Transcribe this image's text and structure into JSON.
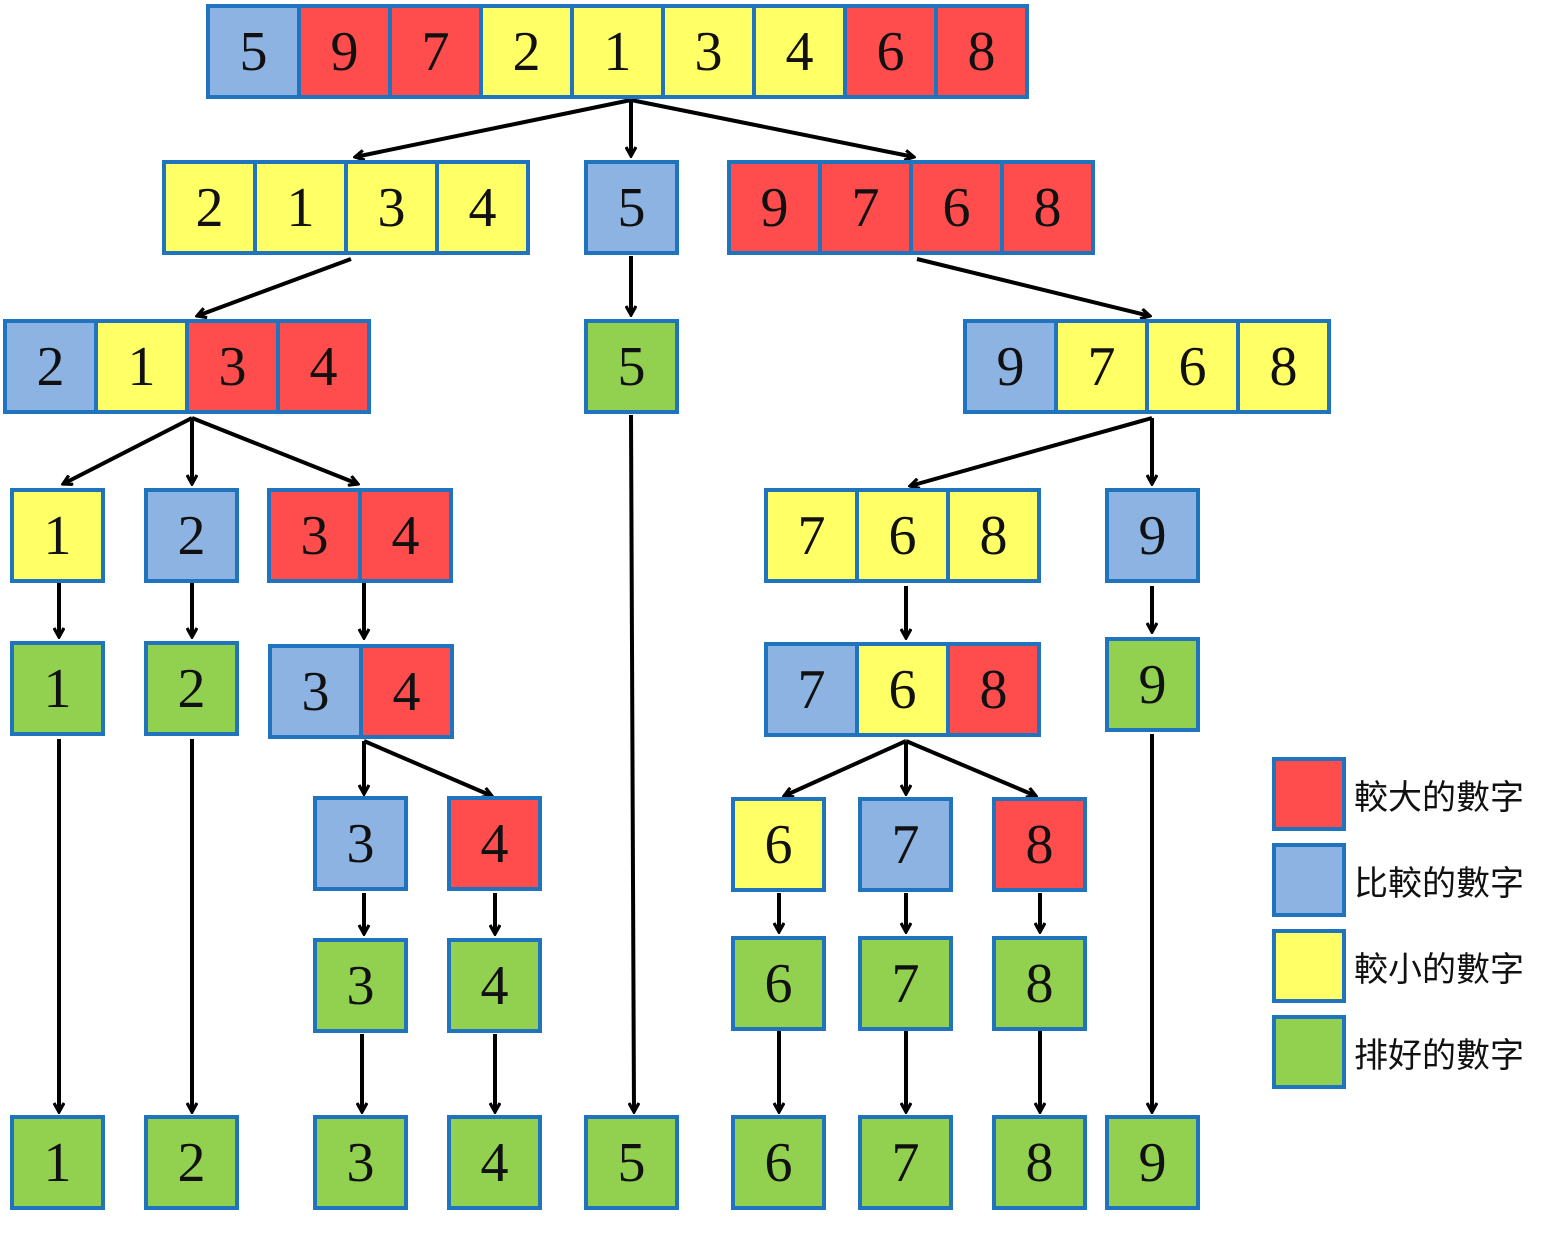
{
  "colors": {
    "larger": "#ff4d4d",
    "pivot": "#8db3e2",
    "smaller": "#ffff66",
    "sorted": "#92d050",
    "border": "#1f74bd",
    "arrow": "#000000"
  },
  "diagram": {
    "title": "",
    "rows": [
      {
        "id": "r0",
        "cells": [
          [
            "5",
            "pivot"
          ],
          [
            "9",
            "larger"
          ],
          [
            "7",
            "larger"
          ],
          [
            "2",
            "smaller"
          ],
          [
            "1",
            "smaller"
          ],
          [
            "3",
            "smaller"
          ],
          [
            "4",
            "smaller"
          ],
          [
            "6",
            "larger"
          ],
          [
            "8",
            "larger"
          ]
        ]
      },
      {
        "id": "r1a",
        "cells": [
          [
            "2",
            "smaller"
          ],
          [
            "1",
            "smaller"
          ],
          [
            "3",
            "smaller"
          ],
          [
            "4",
            "smaller"
          ]
        ]
      },
      {
        "id": "r1b",
        "cells": [
          [
            "5",
            "pivot"
          ]
        ]
      },
      {
        "id": "r1c",
        "cells": [
          [
            "9",
            "larger"
          ],
          [
            "7",
            "larger"
          ],
          [
            "6",
            "larger"
          ],
          [
            "8",
            "larger"
          ]
        ]
      },
      {
        "id": "r2a",
        "cells": [
          [
            "2",
            "pivot"
          ],
          [
            "1",
            "smaller"
          ],
          [
            "3",
            "larger"
          ],
          [
            "4",
            "larger"
          ]
        ]
      },
      {
        "id": "r2b",
        "cells": [
          [
            "5",
            "sorted"
          ]
        ]
      },
      {
        "id": "r2c",
        "cells": [
          [
            "9",
            "pivot"
          ],
          [
            "7",
            "smaller"
          ],
          [
            "6",
            "smaller"
          ],
          [
            "8",
            "smaller"
          ]
        ]
      },
      {
        "id": "r3a",
        "cells": [
          [
            "1",
            "smaller"
          ]
        ]
      },
      {
        "id": "r3b",
        "cells": [
          [
            "2",
            "pivot"
          ]
        ]
      },
      {
        "id": "r3c",
        "cells": [
          [
            "3",
            "larger"
          ],
          [
            "4",
            "larger"
          ]
        ]
      },
      {
        "id": "r3d",
        "cells": [
          [
            "7",
            "smaller"
          ],
          [
            "6",
            "smaller"
          ],
          [
            "8",
            "smaller"
          ]
        ]
      },
      {
        "id": "r3e",
        "cells": [
          [
            "9",
            "pivot"
          ]
        ]
      },
      {
        "id": "r4a",
        "cells": [
          [
            "1",
            "sorted"
          ]
        ]
      },
      {
        "id": "r4b",
        "cells": [
          [
            "2",
            "sorted"
          ]
        ]
      },
      {
        "id": "r4c",
        "cells": [
          [
            "3",
            "pivot"
          ],
          [
            "4",
            "larger"
          ]
        ]
      },
      {
        "id": "r4d",
        "cells": [
          [
            "7",
            "pivot"
          ],
          [
            "6",
            "smaller"
          ],
          [
            "8",
            "larger"
          ]
        ]
      },
      {
        "id": "r4e",
        "cells": [
          [
            "9",
            "sorted"
          ]
        ]
      },
      {
        "id": "r5a",
        "cells": [
          [
            "3",
            "pivot"
          ]
        ]
      },
      {
        "id": "r5b",
        "cells": [
          [
            "4",
            "larger"
          ]
        ]
      },
      {
        "id": "r5c",
        "cells": [
          [
            "6",
            "smaller"
          ]
        ]
      },
      {
        "id": "r5d",
        "cells": [
          [
            "7",
            "pivot"
          ]
        ]
      },
      {
        "id": "r5e",
        "cells": [
          [
            "8",
            "larger"
          ]
        ]
      },
      {
        "id": "r6a",
        "cells": [
          [
            "3",
            "sorted"
          ]
        ]
      },
      {
        "id": "r6b",
        "cells": [
          [
            "4",
            "sorted"
          ]
        ]
      },
      {
        "id": "r6c",
        "cells": [
          [
            "6",
            "sorted"
          ]
        ]
      },
      {
        "id": "r6d",
        "cells": [
          [
            "7",
            "sorted"
          ]
        ]
      },
      {
        "id": "r6e",
        "cells": [
          [
            "8",
            "sorted"
          ]
        ]
      },
      {
        "id": "f1",
        "cells": [
          [
            "1",
            "sorted"
          ]
        ]
      },
      {
        "id": "f2",
        "cells": [
          [
            "2",
            "sorted"
          ]
        ]
      },
      {
        "id": "f3",
        "cells": [
          [
            "3",
            "sorted"
          ]
        ]
      },
      {
        "id": "f4",
        "cells": [
          [
            "4",
            "sorted"
          ]
        ]
      },
      {
        "id": "f5",
        "cells": [
          [
            "5",
            "sorted"
          ]
        ]
      },
      {
        "id": "f6",
        "cells": [
          [
            "6",
            "sorted"
          ]
        ]
      },
      {
        "id": "f7",
        "cells": [
          [
            "7",
            "sorted"
          ]
        ]
      },
      {
        "id": "f8",
        "cells": [
          [
            "8",
            "sorted"
          ]
        ]
      },
      {
        "id": "f9",
        "cells": [
          [
            "9",
            "sorted"
          ]
        ]
      }
    ]
  },
  "legend": {
    "items": [
      {
        "label": "較大的數字",
        "color": "larger"
      },
      {
        "label": "比較的數字",
        "color": "pivot"
      },
      {
        "label": "較小的數字",
        "color": "smaller"
      },
      {
        "label": "排好的數字",
        "color": "sorted"
      }
    ]
  }
}
